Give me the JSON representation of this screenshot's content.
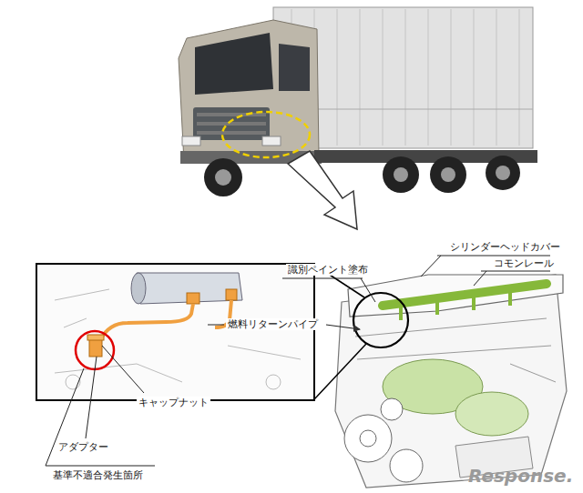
{
  "diagram": {
    "labels": [
      "シリンダーヘッドカバー",
      "コモンレール",
      "識別ペイント塗布",
      "燃料リターンパイプ",
      "キャップナット",
      "アダプター",
      "基準不適合発生箇所",
      "Response."
    ]
  }
}
